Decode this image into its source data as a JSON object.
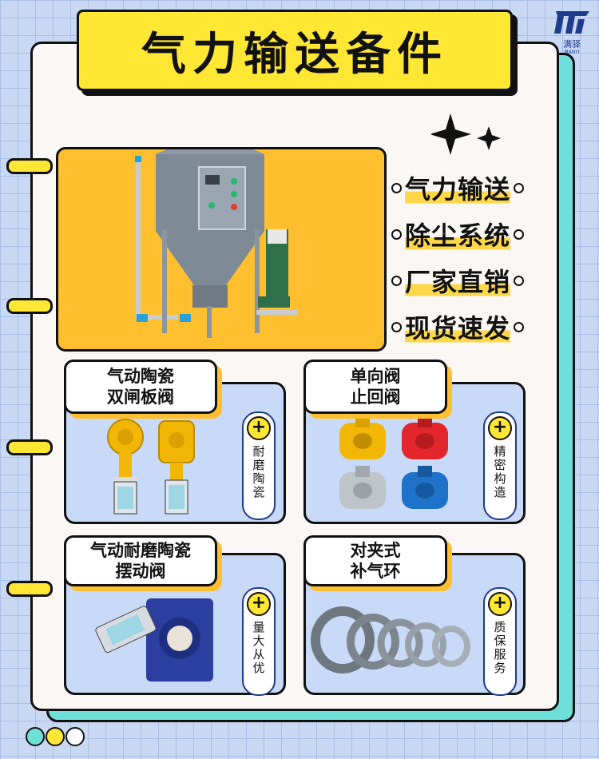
{
  "title": "气力输送备件",
  "logo": {
    "cn": "满驿",
    "en": "MANYI"
  },
  "features": [
    "气力输送",
    "除尘系统",
    "厂家直销",
    "现货速发"
  ],
  "cards": [
    {
      "label_line1": "气动陶瓷",
      "label_line2": "双闸板阀",
      "badge": "耐磨陶瓷"
    },
    {
      "label_line1": "单向阀",
      "label_line2": "止回阀",
      "badge": "精密构造"
    },
    {
      "label_line1": "气动耐磨陶瓷",
      "label_line2": "摆动阀",
      "badge": "量大从优"
    },
    {
      "label_line1": "对夹式",
      "label_line2": "补气环",
      "badge": "质保服务"
    }
  ],
  "plus_symbol": "+",
  "colors": {
    "accent_yellow": "#ffe733",
    "accent_orange": "#ffbf2e",
    "card_blue": "#c8daf8",
    "teal": "#6fe0d9",
    "navy": "#1f3b8c"
  }
}
